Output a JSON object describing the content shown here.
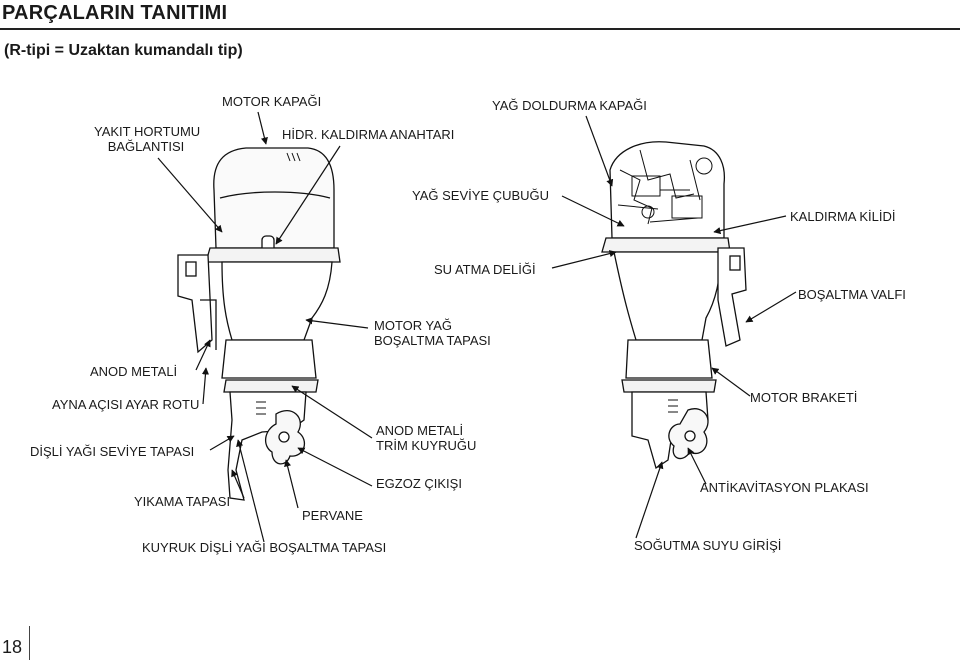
{
  "header": {
    "title": "PARÇALARIN TANITIMI",
    "subtitle": "(R-tipi = Uzaktan kumandalı tip)"
  },
  "labels": {
    "motor_kapagi": "MOTOR KAPAĞI",
    "yakit_hortumu_1": "YAKIT HORTUMU",
    "yakit_hortumu_2": "BAĞLANTISI",
    "hidr_kaldirma": "HİDR. KALDIRMA ANAHTARI",
    "yag_doldurma": "YAĞ DOLDURMA KAPAĞI",
    "yag_seviye": "YAĞ SEVİYE ÇUBUĞU",
    "kaldirma_kilidi": "KALDIRMA KİLİDİ",
    "su_atma": "SU ATMA DELİĞİ",
    "bosaltma_valfi": "BOŞALTMA VALFI",
    "motor_yag_1": "MOTOR YAĞ",
    "motor_yag_2": "BOŞALTMA TAPASI",
    "anod_metali_left": "ANOD METALİ",
    "ayna_acisi": "AYNA AÇISI AYAR ROTU",
    "motor_braketi": "MOTOR BRAKETİ",
    "disli_yagi": "DİŞLİ YAĞI SEVİYE TAPASI",
    "anod_trim_1": "ANOD METALİ",
    "anod_trim_2": "TRİM KUYRUĞU",
    "egzoz": "EGZOZ ÇIKIŞI",
    "antikavitasyon": "ANTİKAVİTASYON PLAKASI",
    "yikama": "YIKAMA TAPASI",
    "pervane": "PERVANE",
    "kuyruk_disli": "KUYRUK DİŞLİ YAĞI BOŞALTMA TAPASI",
    "sogutma": "SOĞUTMA SUYU GİRİŞİ"
  },
  "footer": {
    "page_number": "18"
  }
}
